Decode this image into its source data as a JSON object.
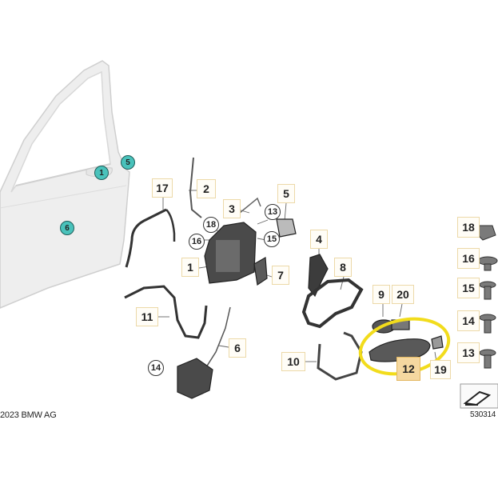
{
  "diagram": {
    "copyright": "2023 BMW AG",
    "image_number": "530314",
    "door_callouts": [
      "1",
      "5",
      "6"
    ],
    "part_labels": {
      "p17": "17",
      "p2": "2",
      "p3": "3",
      "p5": "5",
      "p18": "18",
      "p13": "13",
      "p16": "16",
      "p15": "15",
      "p1": "1",
      "p4": "4",
      "p8": "8",
      "p7": "7",
      "p11": "11",
      "p6": "6",
      "p14": "14",
      "p10": "10",
      "p9": "9",
      "p20": "20",
      "p12": "12",
      "p19": "19"
    },
    "legend": [
      "18",
      "16",
      "15",
      "14",
      "13"
    ],
    "highlight_color": "#f2dc1c"
  }
}
